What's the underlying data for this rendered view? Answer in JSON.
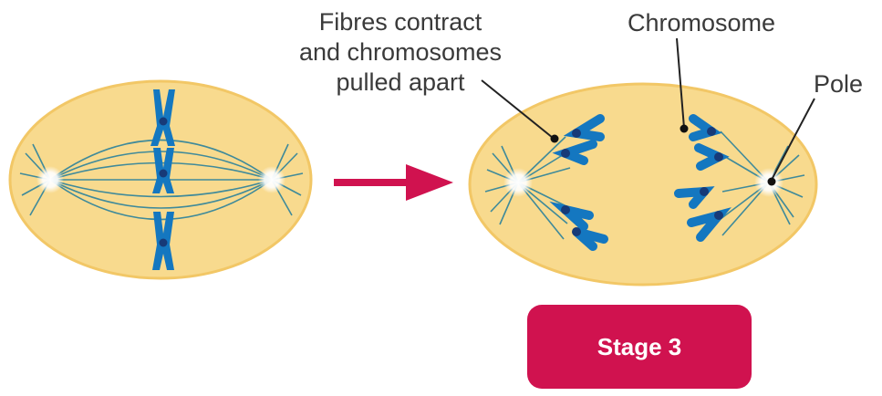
{
  "labels": {
    "fibres_line1": "Fibres contract",
    "fibres_line2": "and chromosomes",
    "fibres_line3": "pulled apart",
    "chromosome": "Chromosome",
    "pole": "Pole"
  },
  "badge": {
    "text": "Stage 3"
  },
  "colors": {
    "cell_fill": "#f8da8e",
    "cell_outline": "#f2c766",
    "spindle_fibre": "#3f8a9a",
    "chromosome": "#1477c0",
    "centromere": "#173a78",
    "arrow": "#d0124f",
    "badge": "#d0124f",
    "pointer_line": "#222222"
  },
  "icons": [
    "cell-left-icon",
    "cell-right-icon",
    "process-arrow-icon"
  ]
}
